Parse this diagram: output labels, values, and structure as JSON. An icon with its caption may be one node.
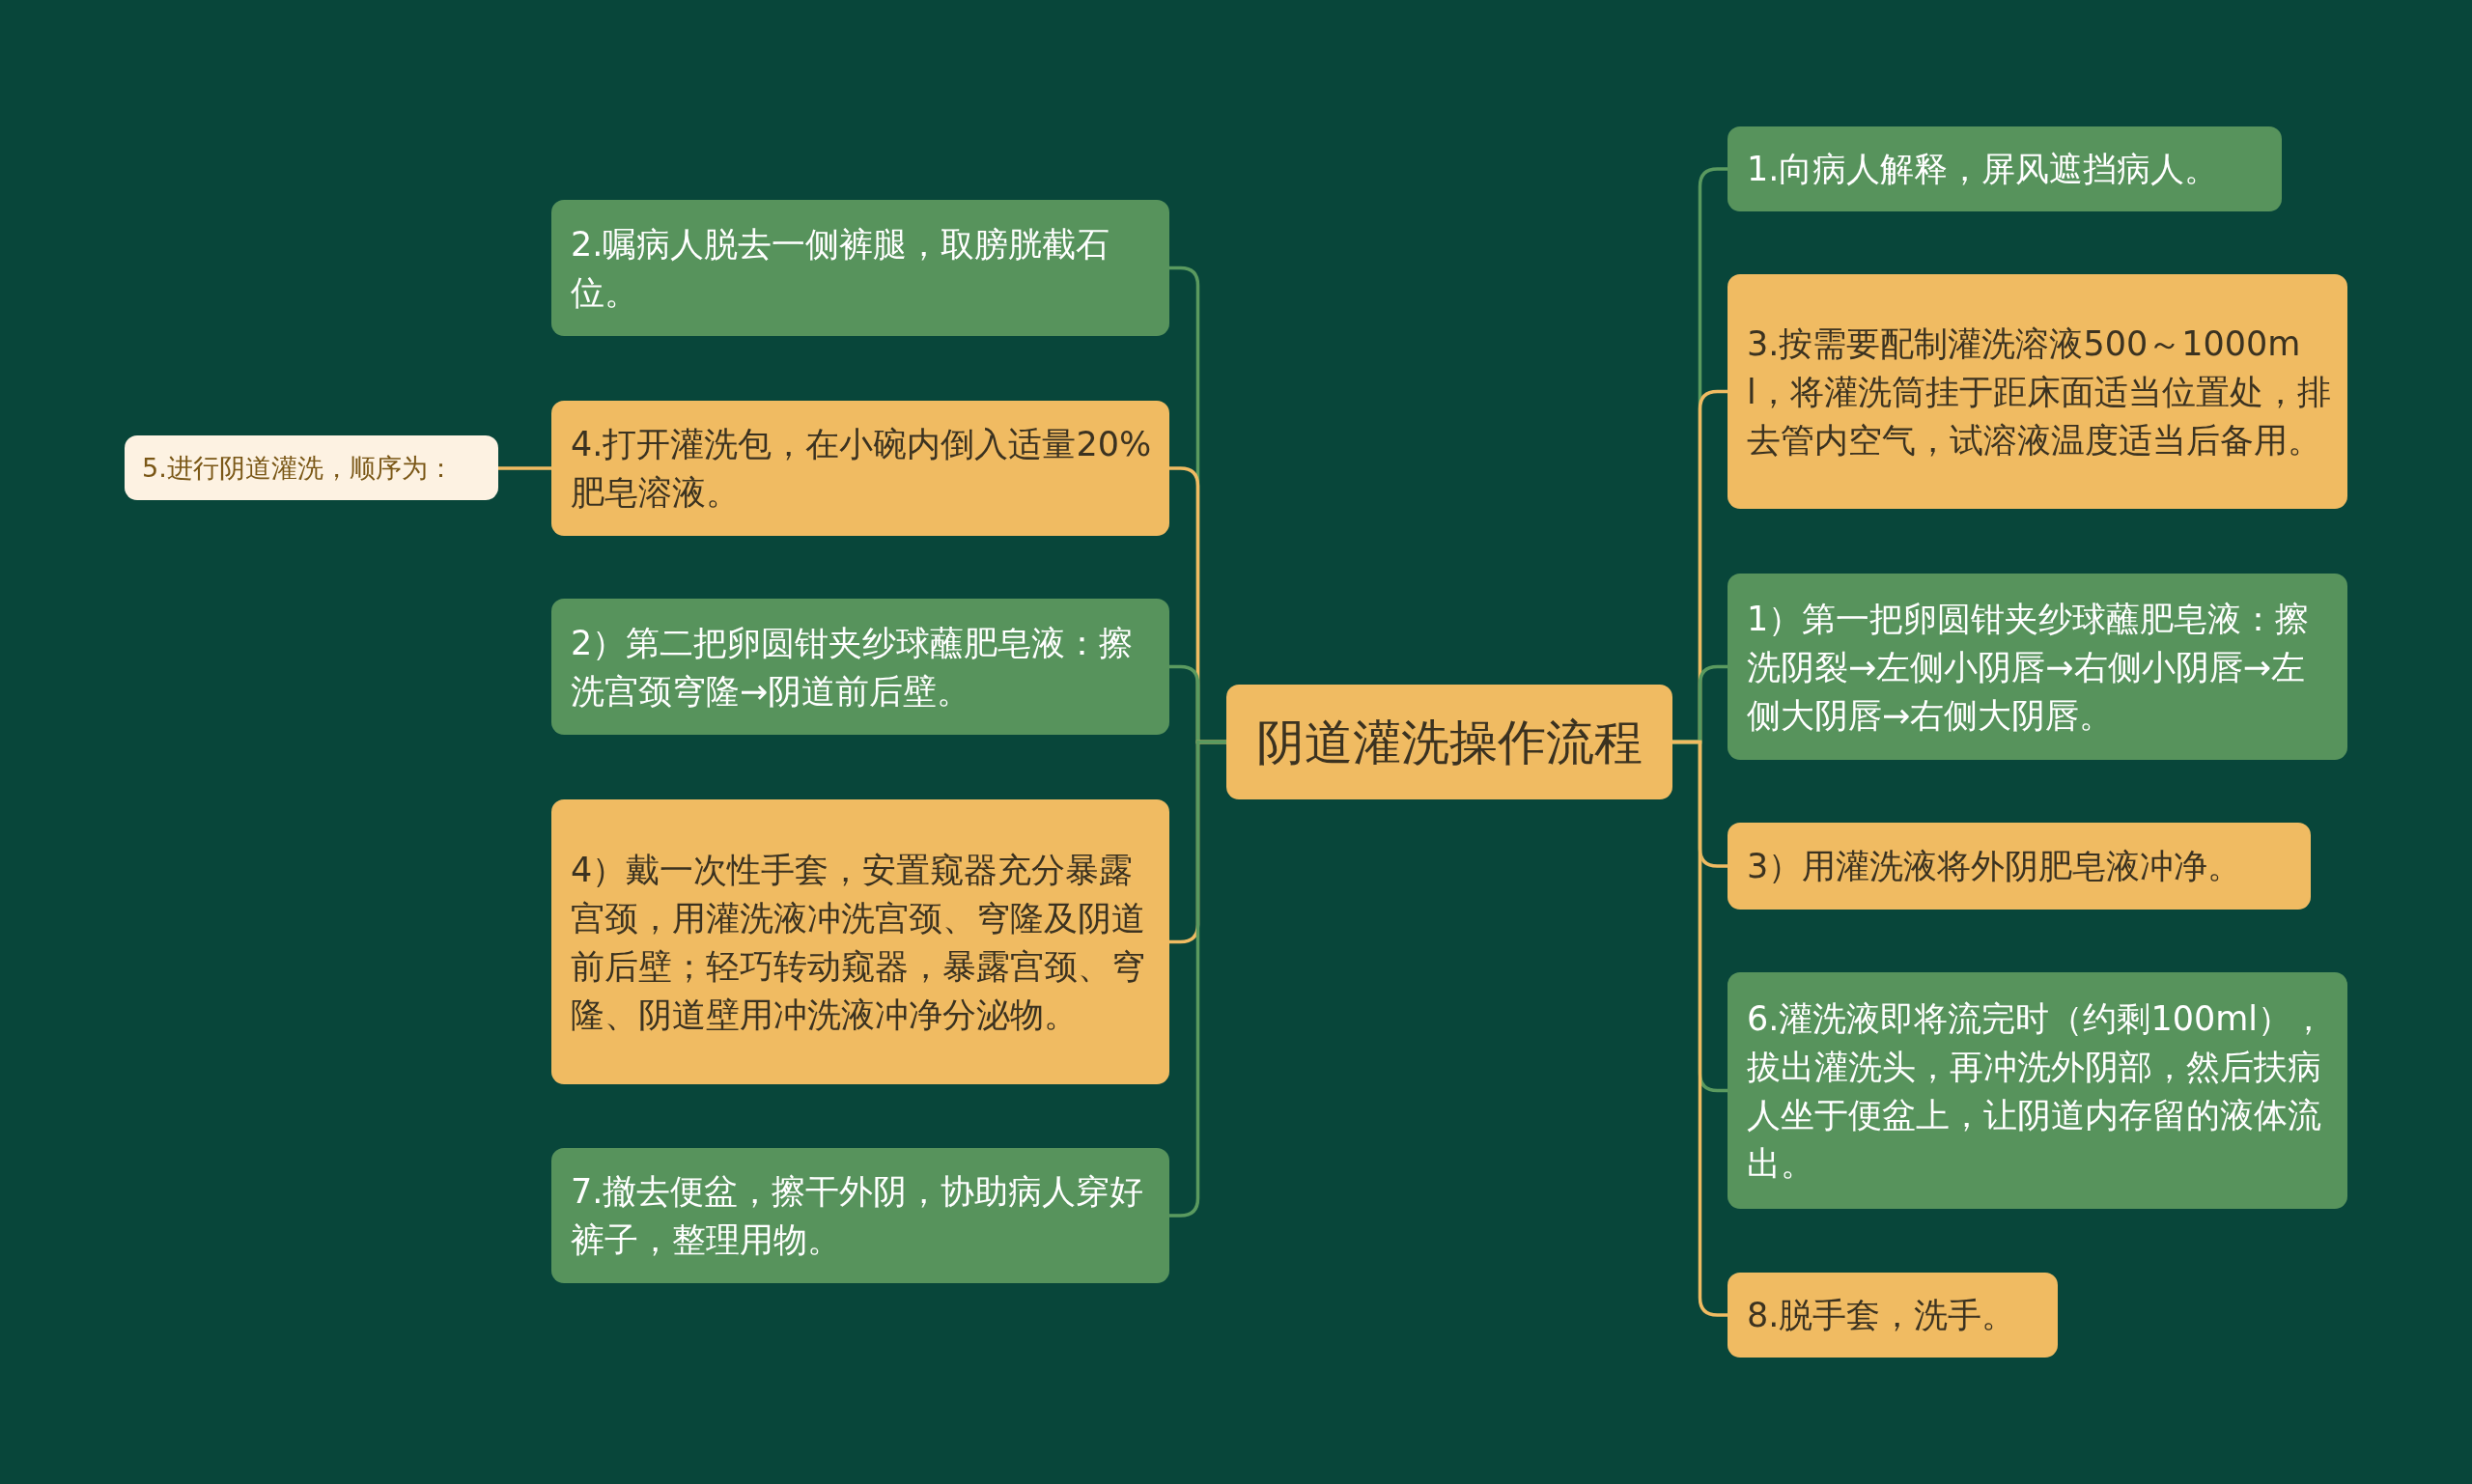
{
  "diagram": {
    "nodes": [
      {
        "text": [
          "阴道灌洗操作流程"
        ]
      },
      {
        "text": [
          "2.嘱病人脱去一侧裤腿，取膀胱截石位。"
        ]
      },
      {
        "text": [
          "4.打开灌洗包，在小碗内倒入适量20%肥皂溶液。"
        ]
      },
      {
        "text": [
          "5.进行阴道灌洗，顺序为："
        ]
      },
      {
        "text": [
          "2）第二把卵圆钳夹纱球蘸肥皂液：擦洗宫颈穹隆→阴道前后壁。"
        ]
      },
      {
        "text": [
          "4）戴一次性手套，安置窥器充分暴露宫颈，用灌洗液冲洗宫颈、穹隆及阴道前后壁；轻巧转动窥器，暴露宫颈、穹隆、阴道壁用冲洗液冲净分泌物。"
        ]
      },
      {
        "text": [
          "7.撤去便盆，擦干外阴，协助病人穿好裤子，整理用物。"
        ]
      },
      {
        "text": [
          "1.向病人解释，屏风遮挡病人。"
        ]
      },
      {
        "text": [
          "3.按需要配制灌洗溶液500～1000ml，将灌洗筒挂于距床面适当位置处，排去管内空气，试溶液温度适当后备用。"
        ]
      },
      {
        "text": [
          "1）第一把卵圆钳夹纱球蘸肥皂液：擦洗阴裂→左侧小阴唇→右侧小阴唇→左侧大阴唇→右侧大阴唇。"
        ]
      },
      {
        "text": [
          "3）用灌洗液将外阴肥皂液冲净。"
        ]
      },
      {
        "text": [
          "6.灌洗液即将流完时（约剩100ml），拔出灌洗头，再冲洗外阴部，然后扶病人坐于便盆上，让阴道内存留的液体流出。"
        ]
      },
      {
        "text": [
          "8.脱手套，洗手。"
        ]
      }
    ],
    "edges": [
      {
        "from": 0,
        "to": 1,
        "arrow": "none",
        "color": "#5a9a5f"
      },
      {
        "from": 0,
        "to": 2,
        "arrow": "none",
        "color": "#f0bb62"
      },
      {
        "from": 2,
        "to": 3,
        "arrow": "none",
        "color": "#f0bb62"
      },
      {
        "from": 0,
        "to": 4,
        "arrow": "none",
        "color": "#5a9a5f"
      },
      {
        "from": 0,
        "to": 5,
        "arrow": "none",
        "color": "#f0bb62"
      },
      {
        "from": 0,
        "to": 6,
        "arrow": "none",
        "color": "#5a9a5f"
      },
      {
        "from": 0,
        "to": 7,
        "arrow": "none",
        "color": "#5a9a5f"
      },
      {
        "from": 0,
        "to": 8,
        "arrow": "none",
        "color": "#f0bb62"
      },
      {
        "from": 0,
        "to": 9,
        "arrow": "none",
        "color": "#5a9a5f"
      },
      {
        "from": 0,
        "to": 10,
        "arrow": "none",
        "color": "#f0bb62"
      },
      {
        "from": 0,
        "to": 11,
        "arrow": "none",
        "color": "#5a9a5f"
      },
      {
        "from": 0,
        "to": 12,
        "arrow": "none",
        "color": "#f0bb62"
      }
    ]
  }
}
